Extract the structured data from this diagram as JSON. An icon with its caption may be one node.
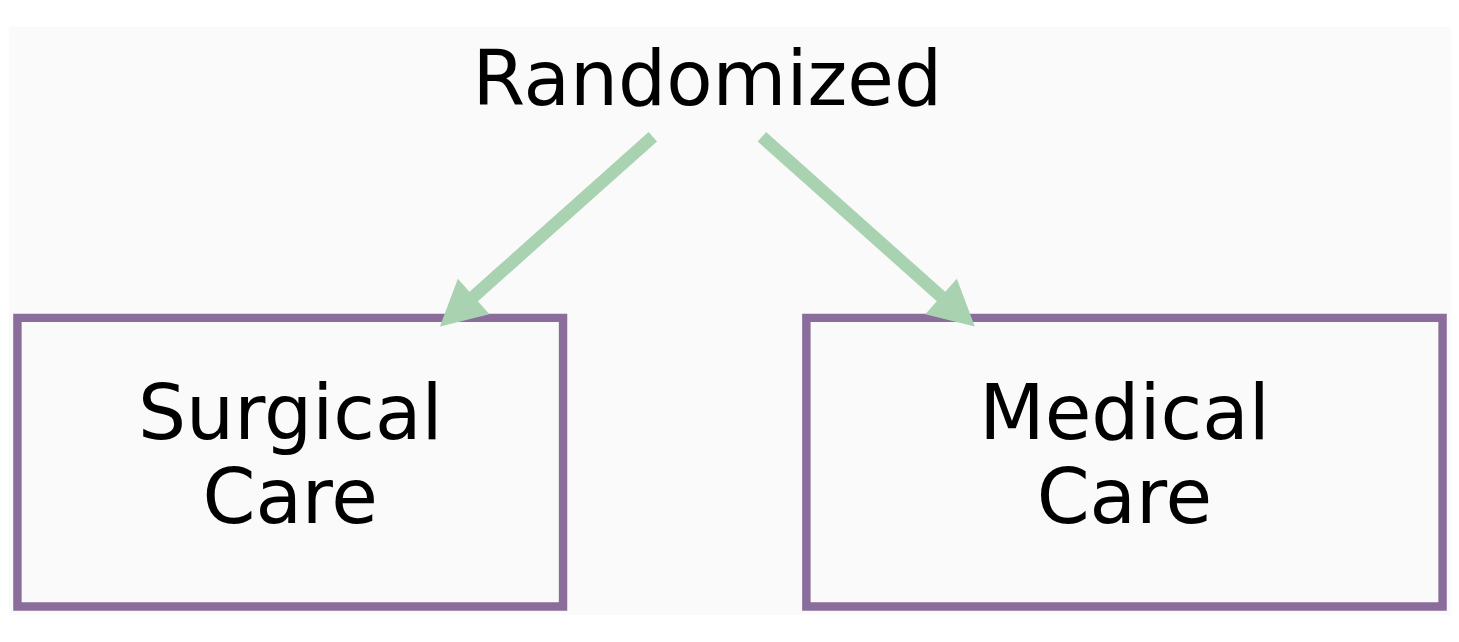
{
  "diagram": {
    "nodes": [
      {
        "text": [
          "Randomized"
        ]
      },
      {
        "text": [
          "Surgical Care"
        ]
      },
      {
        "text": [
          "Medical Care"
        ]
      }
    ],
    "edges": [
      {
        "from": 0,
        "to": 1,
        "arrow": "to"
      },
      {
        "from": 0,
        "to": 2,
        "arrow": "to"
      }
    ]
  }
}
